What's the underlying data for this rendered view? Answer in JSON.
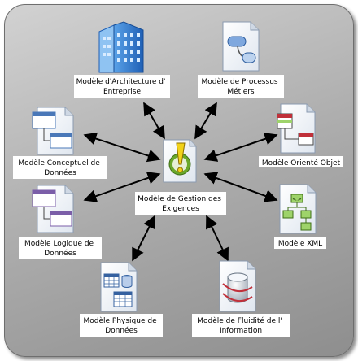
{
  "center": {
    "name": "requirements-model",
    "label_lines": [
      "Modèle de Gestion des",
      "Exigences"
    ],
    "icon": "requirements-warning-icon"
  },
  "nodes": [
    {
      "name": "enterprise-architecture-model",
      "label_lines": [
        "Modèle d'Architecture d'",
        "Entreprise"
      ],
      "icon": "building-icon"
    },
    {
      "name": "business-process-model",
      "label_lines": [
        "Modèle de Processus",
        "Métiers"
      ],
      "icon": "process-flow-icon"
    },
    {
      "name": "conceptual-data-model",
      "label_lines": [
        "Modèle Conceptuel de",
        "Données"
      ],
      "icon": "entity-diagram-icon"
    },
    {
      "name": "object-oriented-model",
      "label_lines": [
        "Modèle Orienté Objet"
      ],
      "icon": "class-diagram-icon"
    },
    {
      "name": "logical-data-model",
      "label_lines": [
        "Modèle Logique de",
        "Données"
      ],
      "icon": "logical-entities-icon"
    },
    {
      "name": "xml-model",
      "label_lines": [
        "Modèle XML"
      ],
      "icon": "xml-tree-icon"
    },
    {
      "name": "physical-data-model",
      "label_lines": [
        "Modèle Physique de",
        "Données"
      ],
      "icon": "database-table-icon"
    },
    {
      "name": "information-flow-model",
      "label_lines": [
        "Modèle de Fluidité de l'",
        "Information"
      ],
      "icon": "data-flow-cylinder-icon"
    }
  ],
  "colors": {
    "frame_border": "#6e6e6e",
    "document_fill": "#f4f7fb",
    "document_edge": "#8a9ab0",
    "arrow": "#000000",
    "warning_yellow": "#f2d21a",
    "warning_green": "#6aa82b",
    "building_blue": "#2c6fc6",
    "window_blue": "#4a78b8",
    "window_purple": "#7b5ea8",
    "db_red": "#c0303a"
  }
}
